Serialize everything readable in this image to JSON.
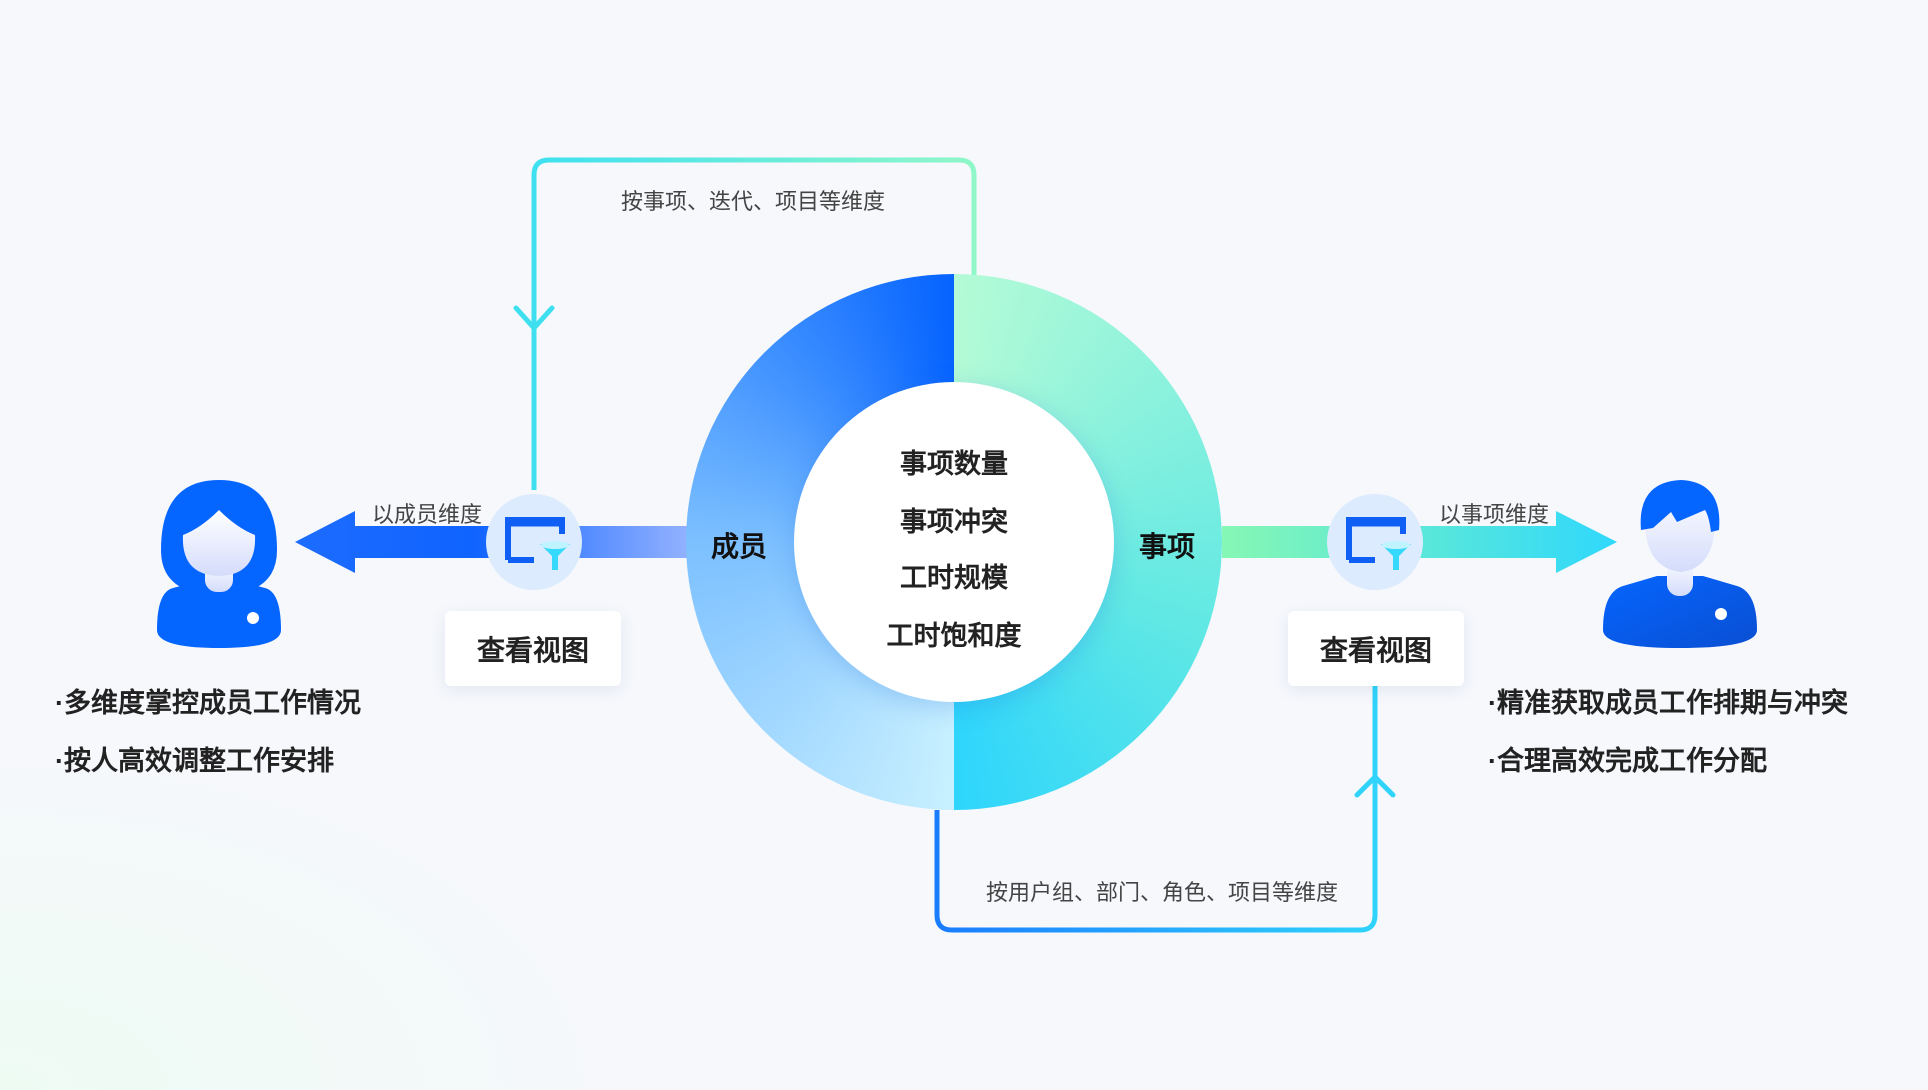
{
  "ring": {
    "left_label": "成员",
    "right_label": "事项",
    "center_lines": [
      "事项数量",
      "事项冲突",
      "工时规模",
      "工时饱和度"
    ]
  },
  "top_loop_label": "按事项、迭代、项目等维度",
  "bottom_loop_label": "按用户组、部门、角色、项目等维度",
  "left": {
    "arrow_label": "以成员维度",
    "view_button": "查看视图",
    "bullets": [
      "·多维度掌控成员工作情况",
      "·按人高效调整工作安排"
    ]
  },
  "right": {
    "arrow_label": "以事项维度",
    "view_button": "查看视图",
    "bullets": [
      "·精准获取成员工作排期与冲突",
      "·合理高效完成工作分配"
    ]
  },
  "colors": {
    "blue": "#0563ff",
    "cyan": "#2ed5fc",
    "green": "#7ff5b8"
  }
}
